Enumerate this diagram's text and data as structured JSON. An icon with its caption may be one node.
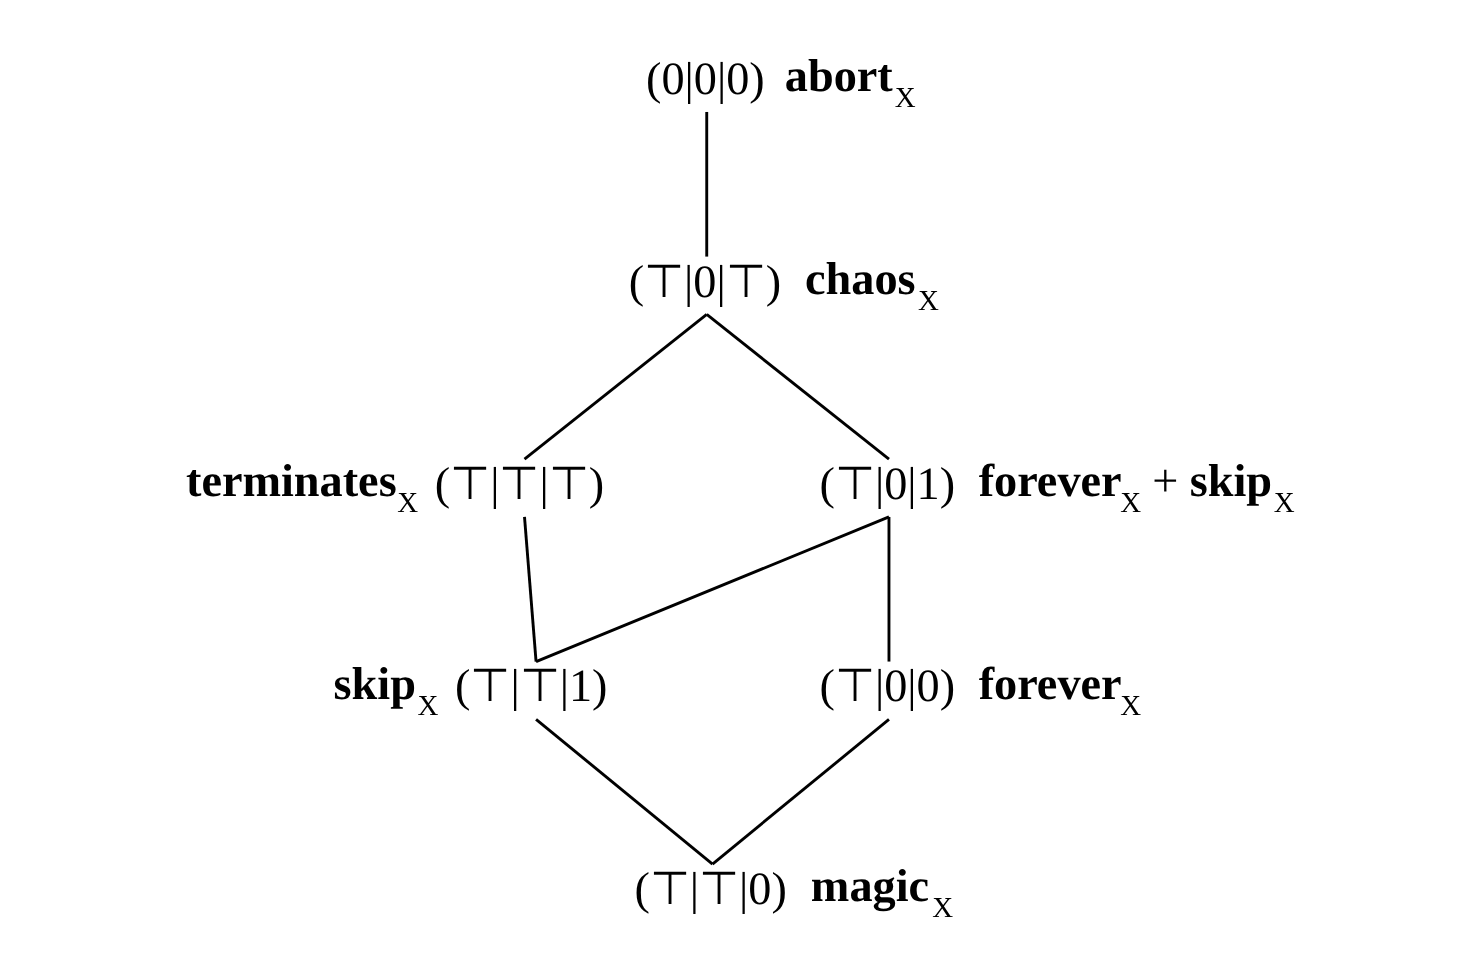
{
  "diagram": {
    "nodes": [
      {
        "text": [
          "(0|0|0)"
        ],
        "beside": [
          "**abort**$_{X}$"
        ]
      },
      {
        "text": [
          "(⊤|0|⊤)"
        ],
        "beside": [
          "**chaos**$_{X}$"
        ]
      },
      {
        "text": [
          "(⊤|⊤|⊤)"
        ],
        "beside": [
          "**terminates**$_{X}$"
        ]
      },
      {
        "text": [
          "(⊤|0|1)"
        ],
        "beside": [
          "**forever**$_{X}$ + **skip**$_{X}$"
        ]
      },
      {
        "text": [
          "(⊤|⊤|1)"
        ],
        "beside": [
          "**skip**$_{X}$"
        ]
      },
      {
        "text": [
          "(⊤|0|0)"
        ],
        "beside": [
          "**forever**$_{X}$"
        ]
      },
      {
        "text": [
          "(⊤|⊤|0)"
        ],
        "beside": [
          "**magic**$_{X}$"
        ]
      }
    ],
    "edges": [
      {
        "from": 0,
        "to": 1,
        "arrow": "none"
      },
      {
        "from": 1,
        "to": 2,
        "arrow": "none"
      },
      {
        "from": 1,
        "to": 3,
        "arrow": "none"
      },
      {
        "from": 2,
        "to": 4,
        "arrow": "none"
      },
      {
        "from": 3,
        "to": 4,
        "arrow": "none"
      },
      {
        "from": 3,
        "to": 5,
        "arrow": "none"
      },
      {
        "from": 4,
        "to": 6,
        "arrow": "none"
      },
      {
        "from": 5,
        "to": 6,
        "arrow": "none"
      }
    ]
  }
}
